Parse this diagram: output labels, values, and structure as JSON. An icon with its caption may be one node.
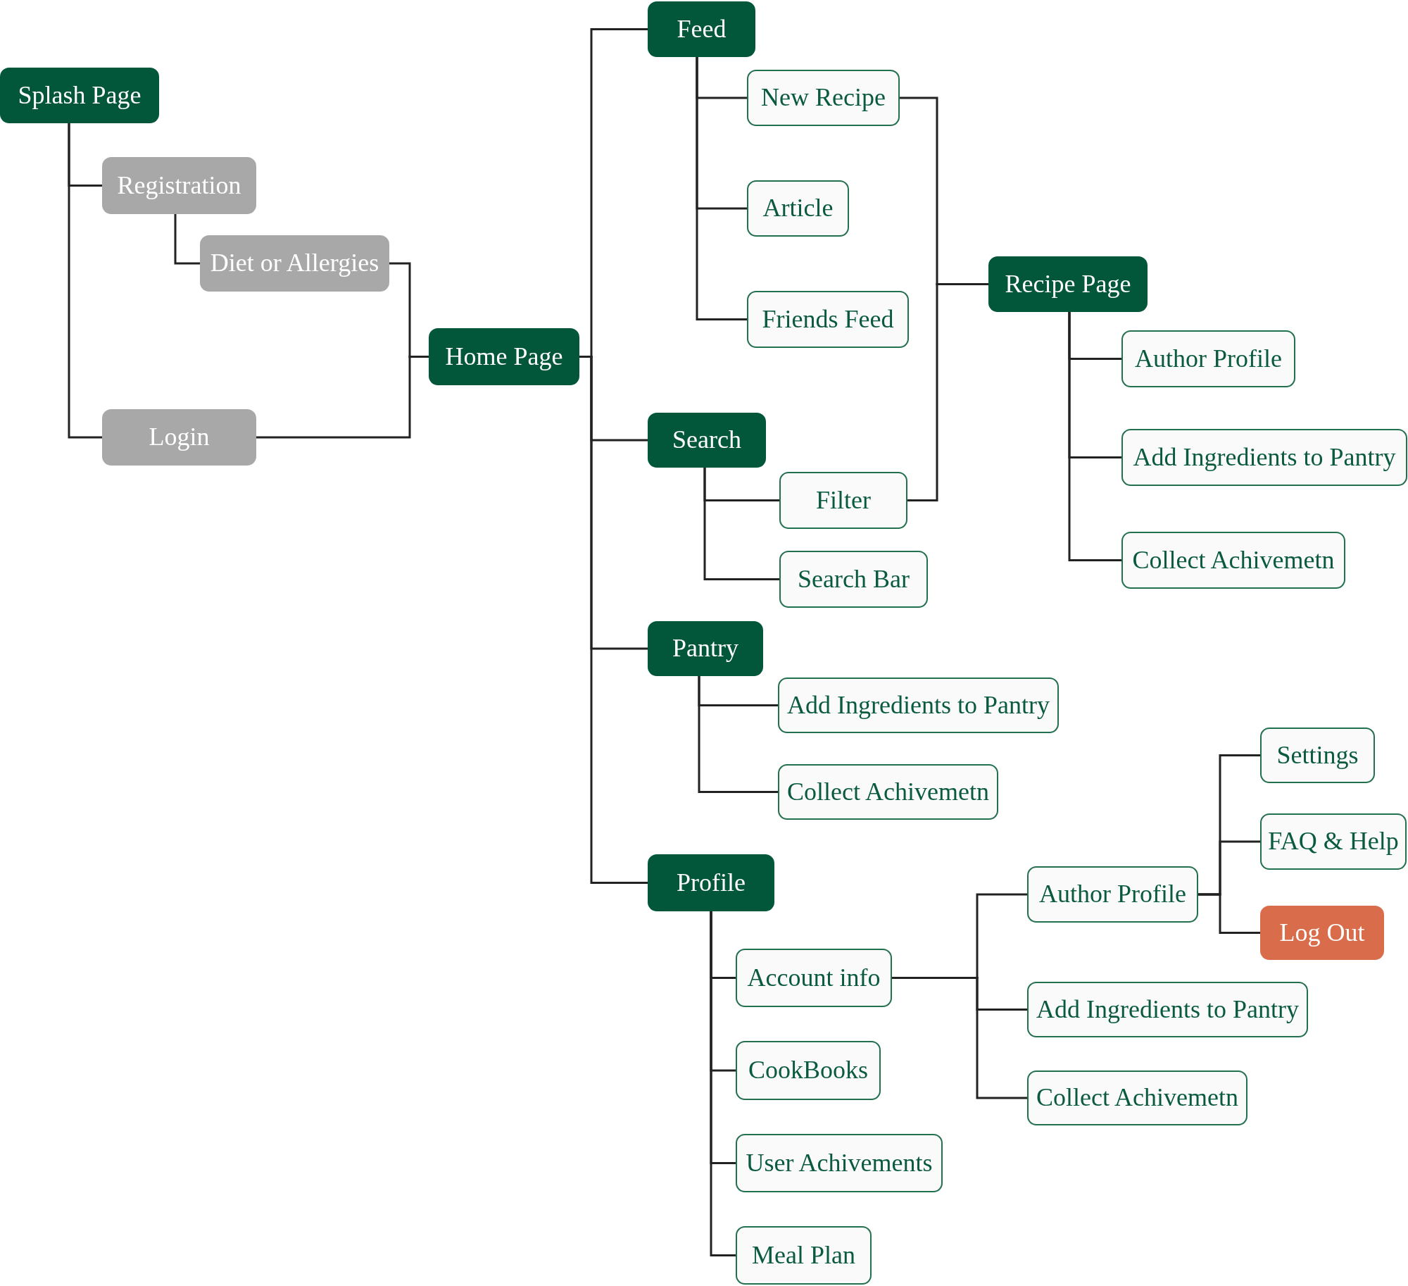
{
  "diagram": {
    "nodes": [
      {
        "text": [
          "Splash Page"
        ]
      },
      {
        "text": [
          "Registration"
        ]
      },
      {
        "text": [
          "Diet or Allergies"
        ]
      },
      {
        "text": [
          "Login"
        ]
      },
      {
        "text": [
          "Home Page"
        ]
      },
      {
        "text": [
          "Feed"
        ]
      },
      {
        "text": [
          "New Recipe"
        ]
      },
      {
        "text": [
          "Article"
        ]
      },
      {
        "text": [
          "Friends Feed"
        ]
      },
      {
        "text": [
          "Recipe Page"
        ]
      },
      {
        "text": [
          "Author Profile"
        ]
      },
      {
        "text": [
          "Add Ingredients to Pantry"
        ]
      },
      {
        "text": [
          "Collect Achivemetn"
        ]
      },
      {
        "text": [
          "Search"
        ]
      },
      {
        "text": [
          "Filter"
        ]
      },
      {
        "text": [
          "Search Bar"
        ]
      },
      {
        "text": [
          "Pantry"
        ]
      },
      {
        "text": [
          "Add Ingredients to Pantry"
        ]
      },
      {
        "text": [
          "Collect Achivemetn"
        ]
      },
      {
        "text": [
          "Profile"
        ]
      },
      {
        "text": [
          "Account info"
        ]
      },
      {
        "text": [
          "CookBooks"
        ]
      },
      {
        "text": [
          "User Achivements"
        ]
      },
      {
        "text": [
          "Meal Plan"
        ]
      },
      {
        "text": [
          "Author Profile"
        ]
      },
      {
        "text": [
          "Settings"
        ]
      },
      {
        "text": [
          "FAQ & Help"
        ]
      },
      {
        "text": [
          "Log Out"
        ]
      },
      {
        "text": [
          "Add Ingredients to Pantry"
        ]
      },
      {
        "text": [
          "Collect Achivemetn"
        ]
      }
    ],
    "edges": [
      {
        "from": 0,
        "to": 1,
        "arrow": "none"
      },
      {
        "from": 0,
        "to": 3,
        "arrow": "none"
      },
      {
        "from": 1,
        "to": 2,
        "arrow": "none"
      },
      {
        "from": 2,
        "to": 4,
        "arrow": "none"
      },
      {
        "from": 3,
        "to": 4,
        "arrow": "none"
      },
      {
        "from": 4,
        "to": 5,
        "arrow": "none"
      },
      {
        "from": 4,
        "to": 13,
        "arrow": "none"
      },
      {
        "from": 4,
        "to": 16,
        "arrow": "none"
      },
      {
        "from": 4,
        "to": 19,
        "arrow": "none"
      },
      {
        "from": 5,
        "to": 6,
        "arrow": "none"
      },
      {
        "from": 5,
        "to": 7,
        "arrow": "none"
      },
      {
        "from": 5,
        "to": 8,
        "arrow": "none"
      },
      {
        "from": 6,
        "to": 9,
        "arrow": "none"
      },
      {
        "from": 14,
        "to": 9,
        "arrow": "none"
      },
      {
        "from": 9,
        "to": 10,
        "arrow": "none"
      },
      {
        "from": 9,
        "to": 11,
        "arrow": "none"
      },
      {
        "from": 9,
        "to": 12,
        "arrow": "none"
      },
      {
        "from": 13,
        "to": 14,
        "arrow": "none"
      },
      {
        "from": 13,
        "to": 15,
        "arrow": "none"
      },
      {
        "from": 16,
        "to": 17,
        "arrow": "none"
      },
      {
        "from": 16,
        "to": 18,
        "arrow": "none"
      },
      {
        "from": 19,
        "to": 20,
        "arrow": "none"
      },
      {
        "from": 19,
        "to": 21,
        "arrow": "none"
      },
      {
        "from": 19,
        "to": 22,
        "arrow": "none"
      },
      {
        "from": 19,
        "to": 23,
        "arrow": "none"
      },
      {
        "from": 20,
        "to": 24,
        "arrow": "none"
      },
      {
        "from": 20,
        "to": 28,
        "arrow": "none"
      },
      {
        "from": 20,
        "to": 29,
        "arrow": "none"
      },
      {
        "from": 24,
        "to": 25,
        "arrow": "none"
      },
      {
        "from": 24,
        "to": 26,
        "arrow": "none"
      },
      {
        "from": 24,
        "to": 27,
        "arrow": "none"
      }
    ]
  }
}
